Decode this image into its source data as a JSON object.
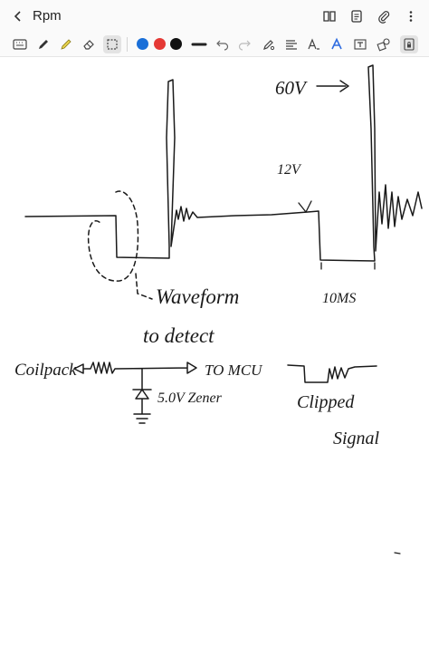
{
  "app": {
    "title": "Rpm"
  },
  "toolbar": {
    "colors": {
      "blue": "#1a6fd8",
      "red": "#e53935",
      "black": "#111111"
    }
  },
  "sketch": {
    "voltage_high": "60V",
    "voltage_mid": "12V",
    "waveform_line1": "Waveform",
    "waveform_line2": "to detect",
    "period": "10MS",
    "coil_label": "Coilpack",
    "mcu_label": "TO MCU",
    "zener_label": "5.0V Zener",
    "clipped_line1": "Clipped",
    "clipped_line2": "Signal"
  }
}
